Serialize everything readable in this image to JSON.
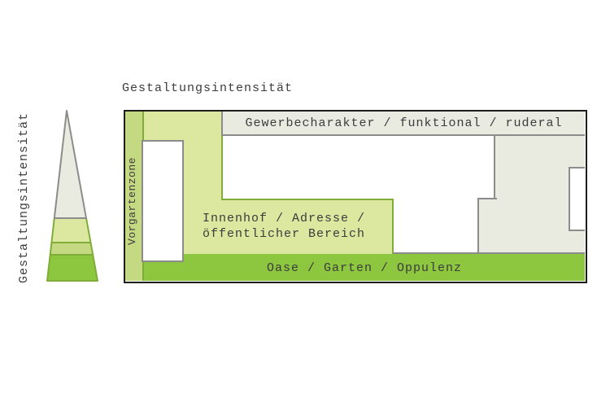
{
  "title": "Gestaltungsintensität",
  "left_axis_label": "Gestaltungsintensität",
  "colors": {
    "outline_black": "#1d1d1b",
    "border_gray": "#8c8c8c",
    "border_green": "#7fad37",
    "zone_gray": "#e9eae0",
    "zone_lightgreen": "#dce7a0",
    "zone_midgreen": "#c5d982",
    "zone_darkgreen": "#8dc63f",
    "building_white": "#ffffff",
    "text": "#3c3c3c"
  },
  "pyramid": {
    "sections": [
      {
        "fill": "#e9eae0",
        "stroke": "#8c8c8c"
      },
      {
        "fill": "#dce7a0",
        "stroke": "#7fad37"
      },
      {
        "fill": "#c5d982",
        "stroke": "#7fad37"
      },
      {
        "fill": "#8dc63f",
        "stroke": "#7fad37"
      }
    ]
  },
  "plan": {
    "zones": {
      "vorgartenzone": {
        "label": "Vorgartenzone",
        "fill": "#c5d982"
      },
      "gewerbe": {
        "label": "Gewerbecharakter / funktional / ruderal",
        "fill": "#e9eae0"
      },
      "innenhof": {
        "label_lines": [
          "Innenhof / Adresse /",
          "öffentlicher Bereich"
        ],
        "fill": "#dce7a0"
      },
      "oase": {
        "label": "Oase / Garten / Oppulenz",
        "fill": "#8dc63f"
      }
    }
  }
}
